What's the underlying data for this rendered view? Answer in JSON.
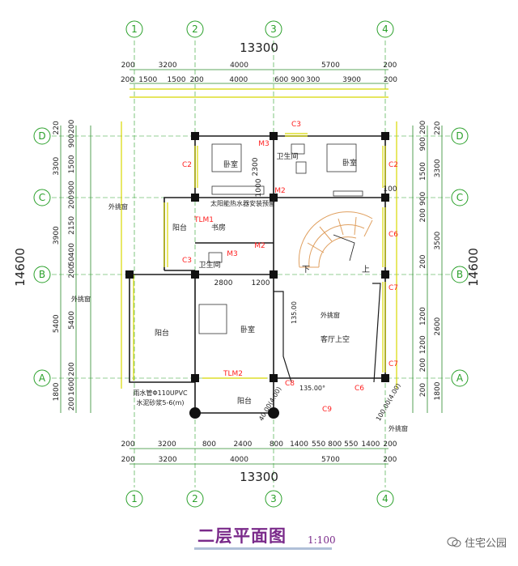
{
  "axes_top": [
    "1",
    "2",
    "3",
    "4"
  ],
  "axes_side": [
    "D",
    "C",
    "B",
    "A"
  ],
  "overall_width": "13300",
  "overall_depth": "14600",
  "top_dims_row1": [
    "200",
    "3200",
    "4000",
    "5700",
    "200"
  ],
  "top_dims_row2": [
    "200",
    "1500",
    "1500",
    "200",
    "4000",
    "600",
    "900",
    "300",
    "3900",
    "200"
  ],
  "bottom_dims_row1": [
    "200",
    "3200",
    "800",
    "2400",
    "800",
    "1400",
    "550",
    "800",
    "550",
    "1400",
    "200"
  ],
  "bottom_dims_row2": [
    "200",
    "3200",
    "4000",
    "5700",
    "200"
  ],
  "left_dims_outer": [
    "220",
    "3300",
    "3900",
    "5400",
    "1800"
  ],
  "left_dims_inner": [
    "200",
    "900",
    "1500",
    "900",
    "200",
    "2150",
    "400",
    "50",
    "200",
    "5400",
    "200",
    "1600",
    "200"
  ],
  "right_dims_outer": [
    "220",
    "3300",
    "3500",
    "2600",
    "1800"
  ],
  "right_dims_inner": [
    "200",
    "900",
    "1500",
    "900",
    "200",
    "200",
    "1200",
    "1200",
    "200",
    "200"
  ],
  "room_labels": [
    "卫生间",
    "卧室",
    "卧室",
    "书房",
    "阳台",
    "卫生间",
    "卧室",
    "阳台",
    "客厅上空",
    "阳台"
  ],
  "misc_labels": [
    "太阳能热水器安装预留",
    "外挑窗",
    "外挑窗",
    "外挑窗",
    "外挑窗",
    "雨水管Φ110UPVC",
    "水泥砂浆5-6(m)"
  ],
  "door_window_tags": [
    "C3",
    "M3",
    "C2",
    "C2",
    "M2",
    "TLM1",
    "C6",
    "M2",
    "C3",
    "M3",
    "C7",
    "C7",
    "TLM2",
    "C8",
    "C6",
    "C9"
  ],
  "inner_dims": [
    "2300",
    "1000",
    "100",
    "2800",
    "1200"
  ],
  "angle_labels": [
    "40.00(4.00)",
    "135.00°",
    "100.00(4.00)",
    "135.00"
  ],
  "stair_marks": [
    "下",
    "上"
  ],
  "title": "二层平面图",
  "scale": "1:100",
  "watermark_text": "住宅公园",
  "colors": {
    "axis": "#2aa02a",
    "dimension": "#2a8a2a",
    "wall": "#1a1a1a",
    "window": "#d8d800",
    "tag": "#ff2020",
    "label": "#222222",
    "title": "#7a2a8a",
    "stair": "#e0a060"
  }
}
